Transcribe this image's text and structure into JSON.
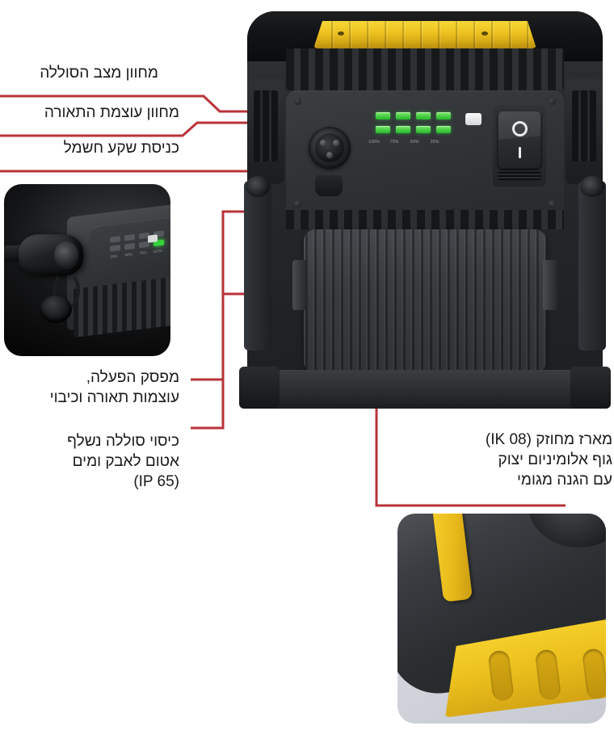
{
  "diagram": {
    "title": "LED Work Light — annotated features",
    "language": "he",
    "accent_line_color": "#b8333a",
    "accent_dot_color": "#e8262c",
    "text_color": "#1a1a1a"
  },
  "callouts": [
    {
      "id": "battery-status-indicator",
      "text": "מחוון מצב הסוללה",
      "target": "battery-status-leds"
    },
    {
      "id": "light-power-indicator",
      "text": "מחוון עוצמת התאורה",
      "target": "light-power-leds"
    },
    {
      "id": "power-socket-inlet",
      "text": "כניסת שקע חשמל",
      "target": "power-socket"
    },
    {
      "id": "power-switch",
      "text": "מפסק הפעלה,\nעוצמות תאורה וכיבוי",
      "target": "rocker-switch"
    },
    {
      "id": "battery-cover",
      "text": "כיסוי סוללה נשלף\nאטום לאבק ומים\n(IP 65)",
      "target": "battery-cover-panel"
    },
    {
      "id": "reinforced-housing",
      "text": "מארז מחוזק (IK 08)\nגוף אלומיניום יצוק\nעם הגנה מגומי",
      "target": "housing-base"
    }
  ],
  "product": {
    "name": "portable-led-work-light",
    "handle_color": "#eec421",
    "body_color": "#2a2d30",
    "led_indicator": {
      "rows": 2,
      "leds_per_row": 4,
      "lit_color": "#3ecb3a",
      "percent_labels": [
        "100%",
        "75%",
        "50%",
        "25%"
      ]
    },
    "switch": {
      "off_symbol": "O",
      "on_symbol": "I"
    }
  },
  "insets": [
    {
      "id": "connector-photo",
      "caption_none": "",
      "lit_led_index": 1,
      "percent_labels": [
        "100%",
        "75%",
        "50%",
        "25%"
      ]
    },
    {
      "id": "rubber-corner-photo",
      "caption_none": ""
    }
  ]
}
